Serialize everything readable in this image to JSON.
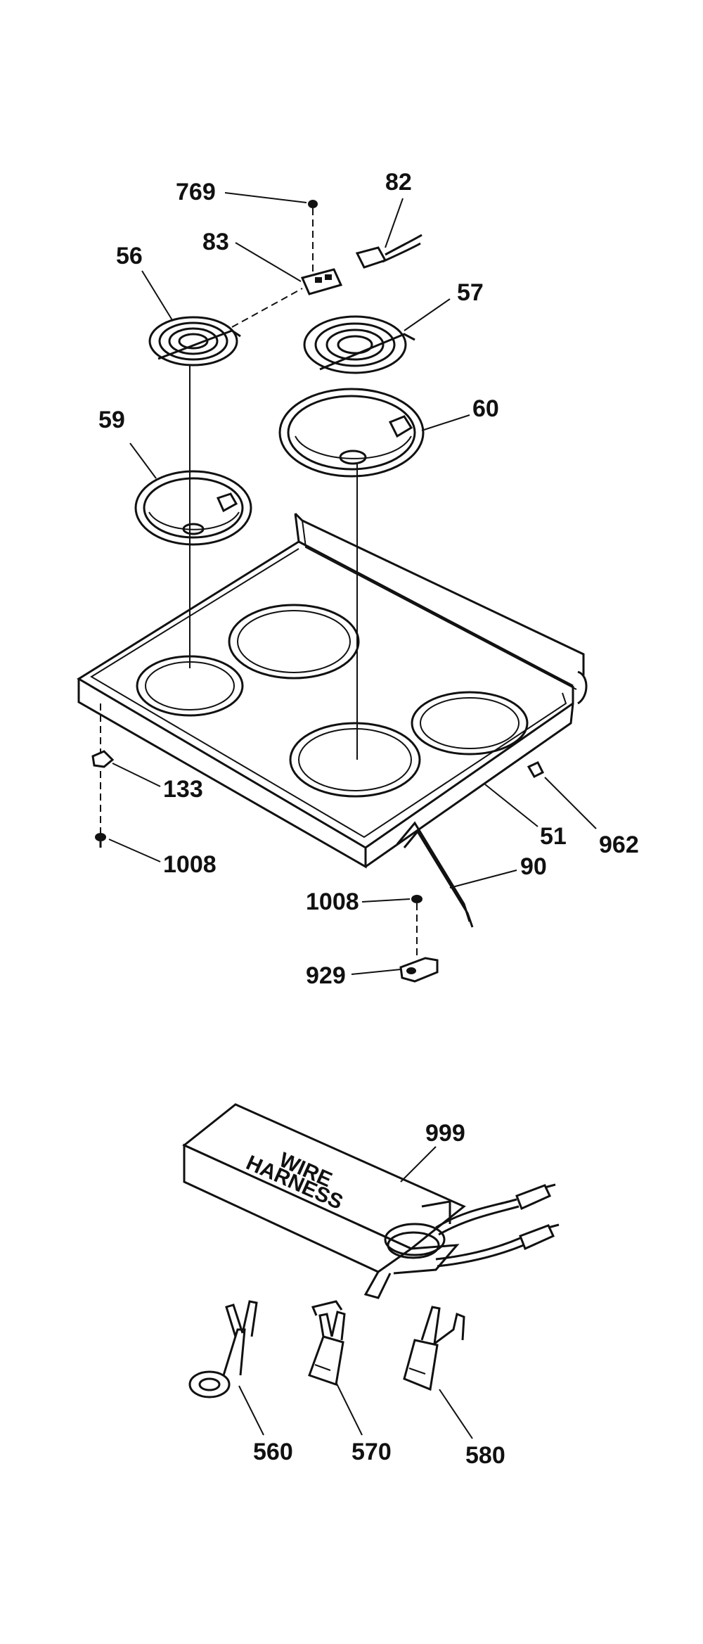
{
  "callouts": {
    "p769": "769",
    "p82": "82",
    "p83": "83",
    "p56": "56",
    "p57": "57",
    "p59": "59",
    "p60": "60",
    "p133": "133",
    "p51": "51",
    "p962": "962",
    "p1008a": "1008",
    "p90": "90",
    "p1008b": "1008",
    "p929": "929",
    "p999": "999",
    "p560": "560",
    "p570": "570",
    "p580": "580"
  },
  "harness_box": {
    "line1": "WIRE",
    "line2": "HARNESS"
  }
}
